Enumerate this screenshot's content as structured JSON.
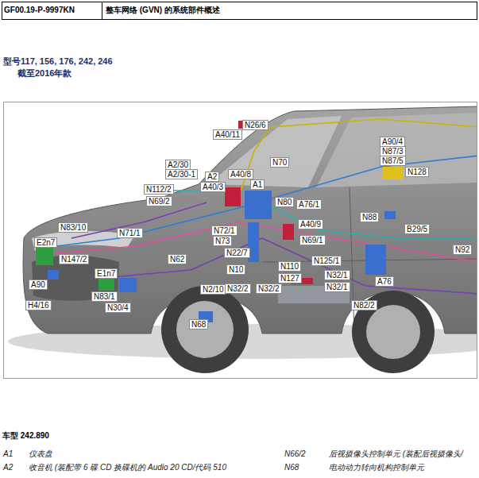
{
  "diagram": {
    "title": "整车网络 (GVN) 的系统部件概述",
    "labels": [
      "GF00.19-P-9997KN",
      "型号117, 156, 176, 242, 246",
      "截至2016年款",
      "N26/6",
      "A40/11",
      "N70",
      "A90/4",
      "N87/3",
      "N87/5",
      "N128",
      "A2/30",
      "A2/30-1",
      "A2",
      "A40/3",
      "A40/8",
      "A1",
      "N112/2",
      "N69/2",
      "N80",
      "A76/1",
      "N83/10",
      "N71/1",
      "N72/1",
      "N73",
      "A40/9",
      "N88",
      "B29/5",
      "E2n7",
      "N22/7",
      "N69/1",
      "N92",
      "N147/2",
      "E1n7",
      "N62",
      "N10",
      "N110",
      "N125/1",
      "N127",
      "N32/1",
      "N32/1",
      "A90",
      "N83/1",
      "N2/10",
      "N32/2",
      "N32/2",
      "A76",
      "H4/16",
      "N30/4",
      "N82/2",
      "N68",
      "车型 242.890",
      "A1",
      "仪表盘",
      "N66/2",
      "后视摄像头控制单元 (装配后视摄像头/",
      "A2",
      "收音机 (装配带 6 碟 CD 换碟机的 Audio 20 CD/代码 510",
      "N68",
      "电动动力转向机构控制单元"
    ]
  }
}
